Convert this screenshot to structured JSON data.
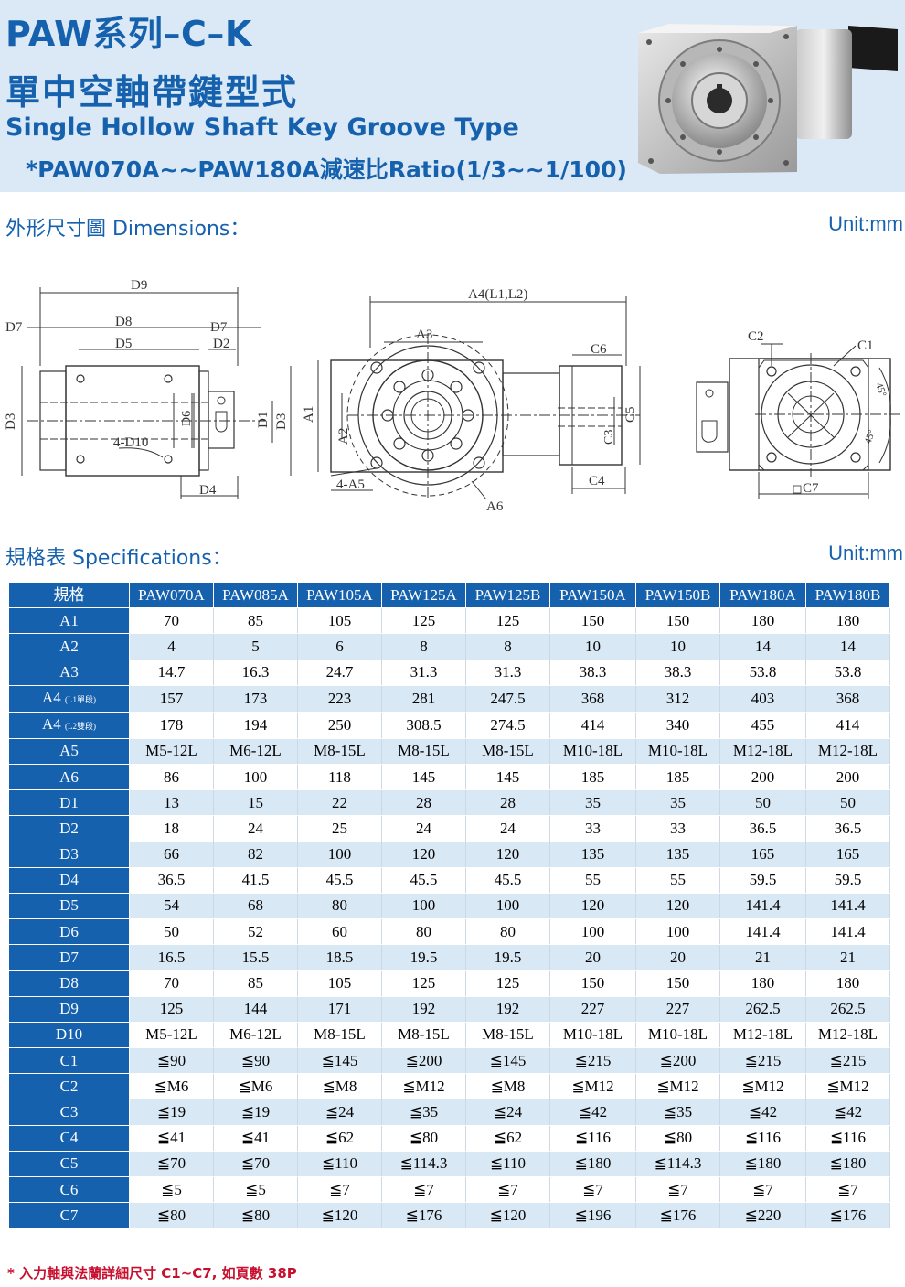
{
  "header": {
    "title_line1": "PAW系列–C–K",
    "title_line2": "單中空軸帶鍵型式",
    "title_line3": "Single Hollow Shaft Key Groove Type",
    "title_line4": "*PAW070A~~PAW180A減速比Ratio(1/3~~1/100)"
  },
  "dimensions": {
    "title": "外形尺寸圖 Dimensions：",
    "unit": "Unit:mm",
    "labels": {
      "d9": "D9",
      "d7_left": "D7",
      "d7_right": "D7",
      "d8": "D8",
      "d5": "D5",
      "d2": "D2",
      "d3_left": "D3",
      "d6": "D6",
      "d1": "D1",
      "d3_right": "D3",
      "d10": "4-D10",
      "d4": "D4",
      "a4": "A4(L1,L2)",
      "a3": "A3",
      "a1": "A1",
      "a2": "A2",
      "a5": "4-A5",
      "a6": "A6",
      "c6": "C6",
      "c3": "C3",
      "c5": "C5",
      "c4": "C4",
      "c2": "C2",
      "c1": "C1",
      "c7": "C7",
      "deg1": "45°",
      "deg2": "45°"
    }
  },
  "specifications": {
    "title": "規格表 Specifications：",
    "unit": "Unit:mm",
    "corner": "規格",
    "models": [
      "PAW070A",
      "PAW085A",
      "PAW105A",
      "PAW125A",
      "PAW125B",
      "PAW150A",
      "PAW150B",
      "PAW180A",
      "PAW180B"
    ],
    "rows": [
      {
        "label": "A1",
        "sub": "",
        "values": [
          "70",
          "85",
          "105",
          "125",
          "125",
          "150",
          "150",
          "180",
          "180"
        ]
      },
      {
        "label": "A2",
        "sub": "",
        "values": [
          "4",
          "5",
          "6",
          "8",
          "8",
          "10",
          "10",
          "14",
          "14"
        ]
      },
      {
        "label": "A3",
        "sub": "",
        "values": [
          "14.7",
          "16.3",
          "24.7",
          "31.3",
          "31.3",
          "38.3",
          "38.3",
          "53.8",
          "53.8"
        ]
      },
      {
        "label": "A4",
        "sub": "(L1單段)",
        "values": [
          "157",
          "173",
          "223",
          "281",
          "247.5",
          "368",
          "312",
          "403",
          "368"
        ]
      },
      {
        "label": "A4",
        "sub": "(L2雙段)",
        "values": [
          "178",
          "194",
          "250",
          "308.5",
          "274.5",
          "414",
          "340",
          "455",
          "414"
        ]
      },
      {
        "label": "A5",
        "sub": "",
        "values": [
          "M5-12L",
          "M6-12L",
          "M8-15L",
          "M8-15L",
          "M8-15L",
          "M10-18L",
          "M10-18L",
          "M12-18L",
          "M12-18L"
        ]
      },
      {
        "label": "A6",
        "sub": "",
        "values": [
          "86",
          "100",
          "118",
          "145",
          "145",
          "185",
          "185",
          "200",
          "200"
        ]
      },
      {
        "label": "D1",
        "sub": "",
        "values": [
          "13",
          "15",
          "22",
          "28",
          "28",
          "35",
          "35",
          "50",
          "50"
        ]
      },
      {
        "label": "D2",
        "sub": "",
        "values": [
          "18",
          "24",
          "25",
          "24",
          "24",
          "33",
          "33",
          "36.5",
          "36.5"
        ]
      },
      {
        "label": "D3",
        "sub": "",
        "values": [
          "66",
          "82",
          "100",
          "120",
          "120",
          "135",
          "135",
          "165",
          "165"
        ]
      },
      {
        "label": "D4",
        "sub": "",
        "values": [
          "36.5",
          "41.5",
          "45.5",
          "45.5",
          "45.5",
          "55",
          "55",
          "59.5",
          "59.5"
        ]
      },
      {
        "label": "D5",
        "sub": "",
        "values": [
          "54",
          "68",
          "80",
          "100",
          "100",
          "120",
          "120",
          "141.4",
          "141.4"
        ]
      },
      {
        "label": "D6",
        "sub": "",
        "values": [
          "50",
          "52",
          "60",
          "80",
          "80",
          "100",
          "100",
          "141.4",
          "141.4"
        ]
      },
      {
        "label": "D7",
        "sub": "",
        "values": [
          "16.5",
          "15.5",
          "18.5",
          "19.5",
          "19.5",
          "20",
          "20",
          "21",
          "21"
        ]
      },
      {
        "label": "D8",
        "sub": "",
        "values": [
          "70",
          "85",
          "105",
          "125",
          "125",
          "150",
          "150",
          "180",
          "180"
        ]
      },
      {
        "label": "D9",
        "sub": "",
        "values": [
          "125",
          "144",
          "171",
          "192",
          "192",
          "227",
          "227",
          "262.5",
          "262.5"
        ]
      },
      {
        "label": "D10",
        "sub": "",
        "values": [
          "M5-12L",
          "M6-12L",
          "M8-15L",
          "M8-15L",
          "M8-15L",
          "M10-18L",
          "M10-18L",
          "M12-18L",
          "M12-18L"
        ]
      },
      {
        "label": "C1",
        "sub": "",
        "values": [
          "≦90",
          "≦90",
          "≦145",
          "≦200",
          "≦145",
          "≦215",
          "≦200",
          "≦215",
          "≦215"
        ]
      },
      {
        "label": "C2",
        "sub": "",
        "values": [
          "≦M6",
          "≦M6",
          "≦M8",
          "≦M12",
          "≦M8",
          "≦M12",
          "≦M12",
          "≦M12",
          "≦M12"
        ]
      },
      {
        "label": "C3",
        "sub": "",
        "values": [
          "≦19",
          "≦19",
          "≦24",
          "≦35",
          "≦24",
          "≦42",
          "≦35",
          "≦42",
          "≦42"
        ]
      },
      {
        "label": "C4",
        "sub": "",
        "values": [
          "≦41",
          "≦41",
          "≦62",
          "≦80",
          "≦62",
          "≦116",
          "≦80",
          "≦116",
          "≦116"
        ]
      },
      {
        "label": "C5",
        "sub": "",
        "values": [
          "≦70",
          "≦70",
          "≦110",
          "≦114.3",
          "≦110",
          "≦180",
          "≦114.3",
          "≦180",
          "≦180"
        ]
      },
      {
        "label": "C6",
        "sub": "",
        "values": [
          "≦5",
          "≦5",
          "≦7",
          "≦7",
          "≦7",
          "≦7",
          "≦7",
          "≦7",
          "≦7"
        ]
      },
      {
        "label": "C7",
        "sub": "",
        "values": [
          "≦80",
          "≦80",
          "≦120",
          "≦176",
          "≦120",
          "≦196",
          "≦176",
          "≦220",
          "≦176"
        ]
      }
    ]
  },
  "footnote": "* 入力軸與法蘭詳細尺寸 C1~C7, 如頁數 38P",
  "colors": {
    "brand_blue": "#1561ae",
    "row_tint": "#d9e8f5",
    "header_bg": "#dbe9f6",
    "footnote_red": "#c8102e"
  },
  "icons": {
    "product_photo": "gearbox-photo-icon"
  }
}
